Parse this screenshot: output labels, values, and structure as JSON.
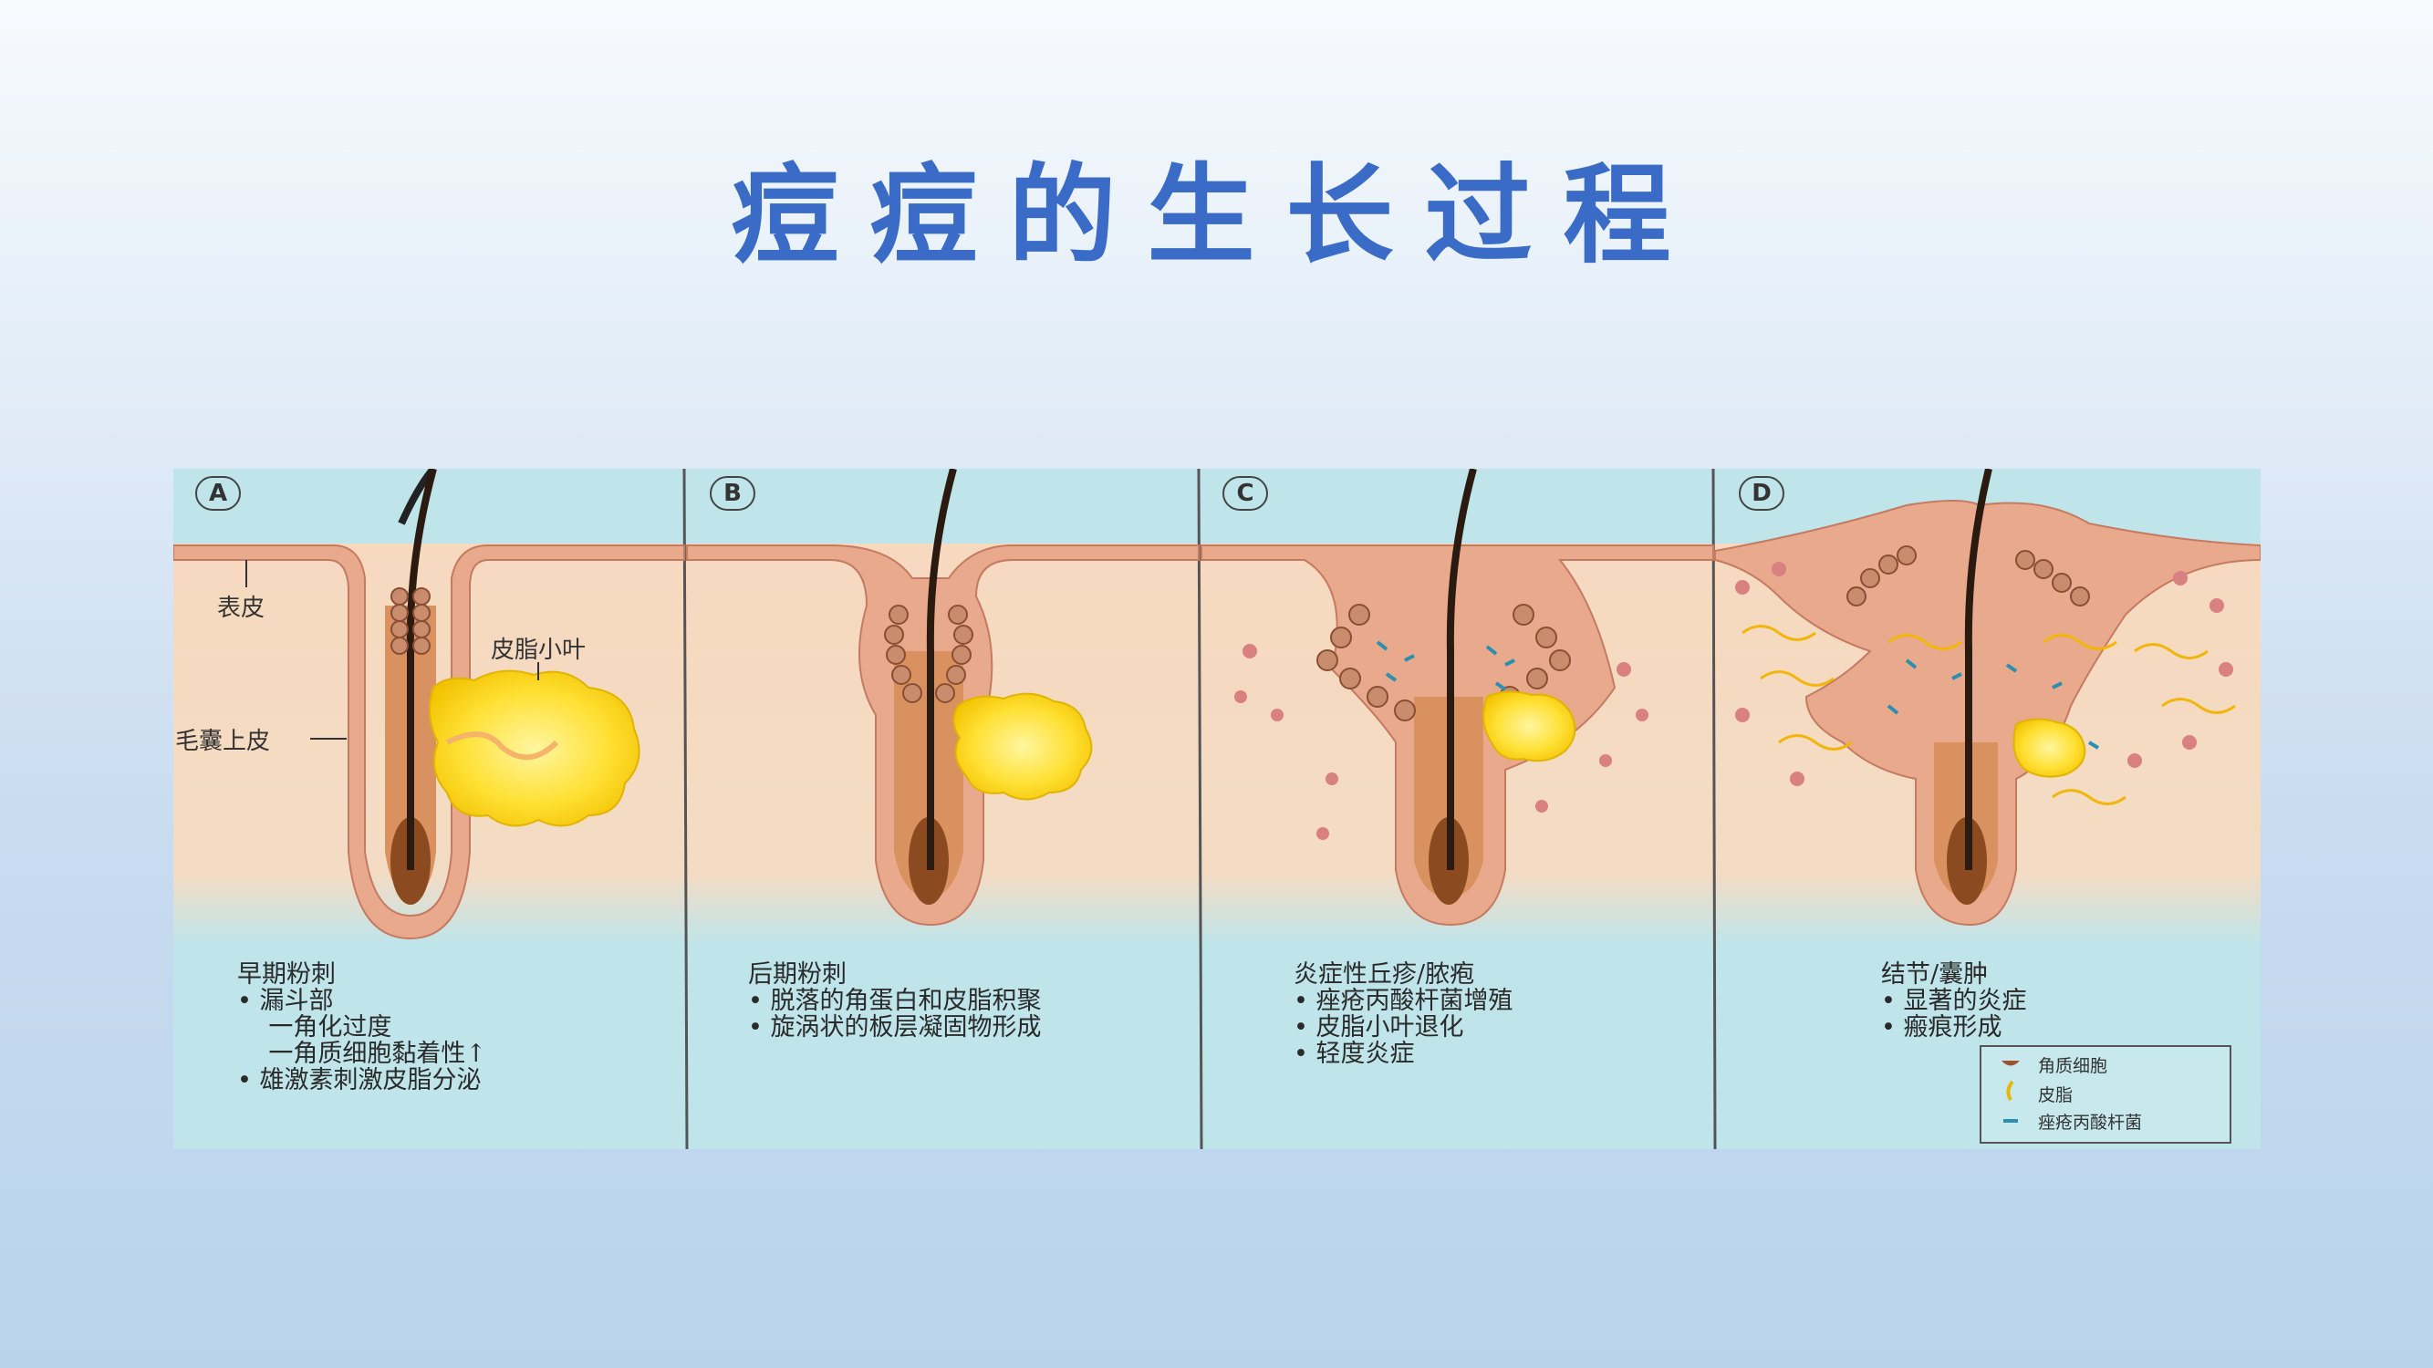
{
  "slide": {
    "title": "痘痘的生长过程"
  },
  "figure": {
    "panels": [
      {
        "letter": "A",
        "caption": [
          "早期粉刺",
          "• 漏斗部",
          "    一角化过度",
          "    一角质细胞黏着性↑",
          "• 雄激素刺激皮脂分泌"
        ]
      },
      {
        "letter": "B",
        "caption": [
          "后期粉刺",
          "• 脱落的角蛋白和皮脂积聚",
          "• 旋涡状的板层凝固物形成"
        ]
      },
      {
        "letter": "C",
        "caption": [
          "炎症性丘疹/脓疱",
          "• 痤疮丙酸杆菌增殖",
          "• 皮脂小叶退化",
          "• 轻度炎症"
        ]
      },
      {
        "letter": "D",
        "caption": [
          "结节/囊肿",
          "• 显著的炎症",
          "• 瘢痕形成"
        ]
      }
    ],
    "labels": {
      "epidermis": "表皮",
      "sebaceous_lobule": "皮脂小叶",
      "follicular_epithelium": "毛囊上皮"
    },
    "legend": [
      {
        "symbol": "keratinocyte-icon",
        "label": "角质细胞",
        "color": "#a0522d"
      },
      {
        "symbol": "sebum-icon",
        "label": "皮脂",
        "color": "#e8b800"
      },
      {
        "symbol": "bacteria-icon",
        "label": "痤疮丙酸杆菌",
        "color": "#2a8fb0"
      }
    ]
  }
}
